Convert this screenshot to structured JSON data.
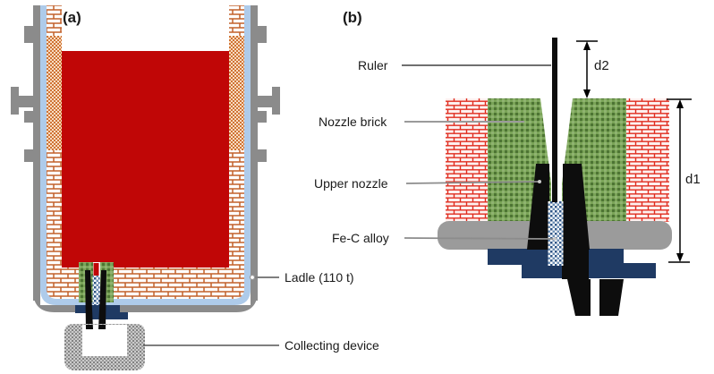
{
  "figure": {
    "panel_a": {
      "tag": "(a)",
      "ladle_label": "Ladle (110 t)",
      "collecting_label": "Collecting device"
    },
    "panel_b": {
      "tag": "(b)",
      "ruler_label": "Ruler",
      "nozzle_brick_label": "Nozzle brick",
      "upper_nozzle_label": "Upper nozzle",
      "fec_label": "Fe-C alloy",
      "dim_d2": "d2",
      "dim_d1": "d1"
    },
    "colors": {
      "molten_metal_red": "#c00606",
      "shell_gray": "#8b8b8b",
      "lining_blue": "#aecbea",
      "brick_orange": "#c2602a",
      "brick_red": "#e02b1e",
      "nozzle_green": "#7aa458",
      "plate_navy": "#1f3a63",
      "plate_gray": "#9b9b9b",
      "nozzle_black": "#0d0d0d"
    }
  }
}
